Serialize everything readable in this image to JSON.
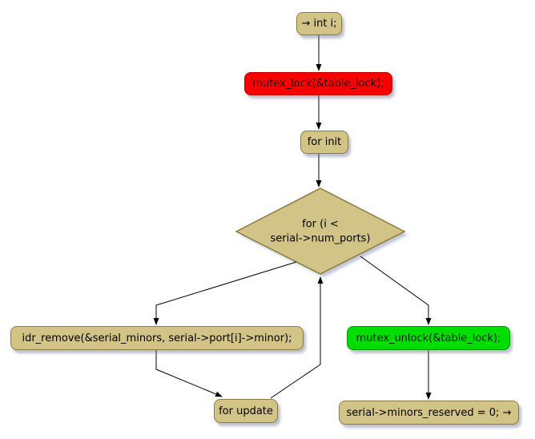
{
  "diagram": {
    "type": "flowchart",
    "nodes": {
      "start": {
        "label": "→ int i;"
      },
      "mutex_lock": {
        "label": "mutex_lock(&table_lock);"
      },
      "for_init": {
        "label": "for init"
      },
      "loop_condition": {
        "label": "for (i <\nserial->num_ports)"
      },
      "idr_remove": {
        "label": "idr_remove(&serial_minors, serial->port[i]->minor);"
      },
      "mutex_unlock": {
        "label": "mutex_unlock(&table_lock);"
      },
      "for_update": {
        "label": "for update"
      },
      "minors_reserved": {
        "label": "serial->minors_reserved = 0; →"
      }
    },
    "edges": [
      "start -> mutex_lock",
      "mutex_lock -> for_init",
      "for_init -> loop_condition",
      "loop_condition -> idr_remove",
      "loop_condition -> mutex_unlock",
      "idr_remove -> for_update",
      "for_update -> loop_condition",
      "mutex_unlock -> minors_reserved"
    ],
    "colors": {
      "background": "#FFFFFF",
      "node_fill": "#D2C387",
      "node_border": "#8B7B41",
      "red_fill": "#FB0000",
      "red_border": "#C00000",
      "green_fill": "#00DD00",
      "green_border": "#009900",
      "arrow": "#000000",
      "text": "#000000",
      "shadow": "#A9AFBF"
    }
  }
}
